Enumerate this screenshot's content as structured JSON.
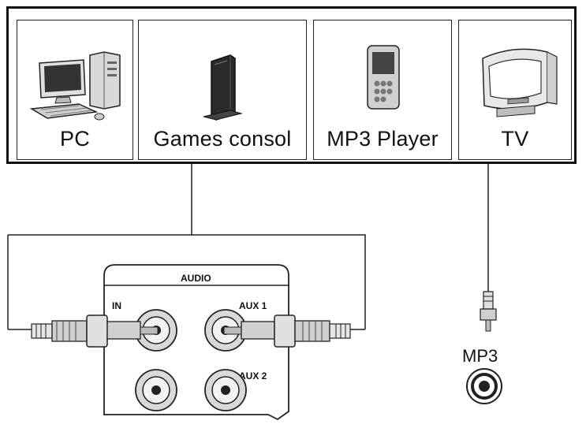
{
  "devices": [
    {
      "label": "PC",
      "icon": "desktop-pc-icon"
    },
    {
      "label": "Games consol",
      "icon": "game-console-icon"
    },
    {
      "label": "MP3 Player",
      "icon": "mp3-player-icon"
    },
    {
      "label": "TV",
      "icon": "tv-icon"
    }
  ],
  "panel": {
    "section_label": "AUDIO",
    "ports": {
      "in": "IN",
      "aux1": "AUX 1",
      "aux2": "AUX 2"
    }
  },
  "mp3_jack": {
    "label": "MP3"
  }
}
